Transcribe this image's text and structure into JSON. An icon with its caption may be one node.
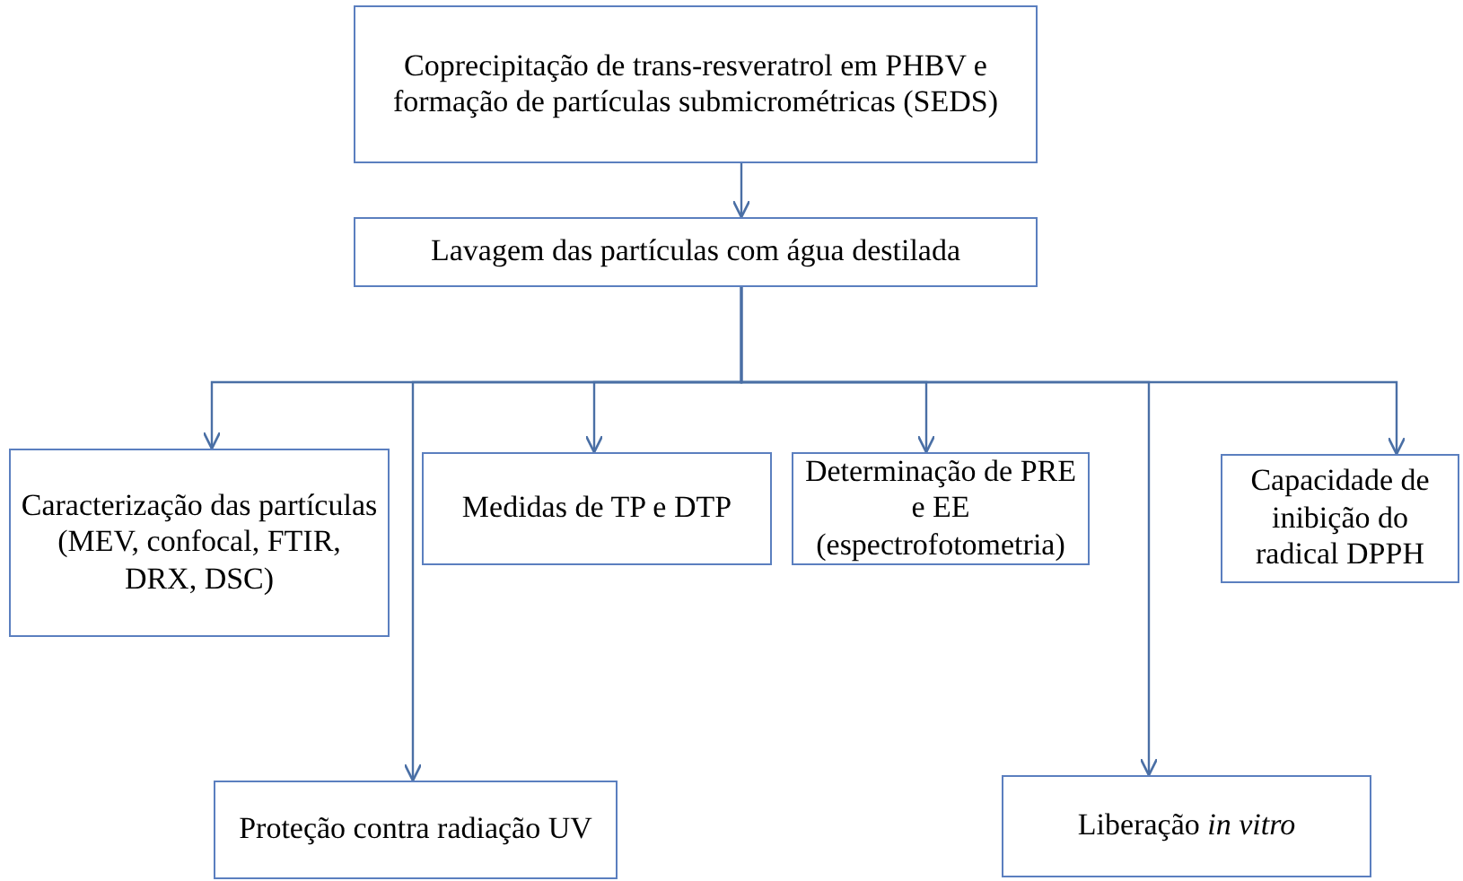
{
  "diagram": {
    "nodes": [
      {
        "text": [
          "Coprecipitação de trans-resveratrol em PHBV e formação de partículas submicrométricas (SEDS)"
        ]
      },
      {
        "text": [
          "Lavagem das partículas com água destilada"
        ]
      },
      {
        "text": [
          "Caracterização das partículas (MEV, confocal, FTIR, DRX, DSC)"
        ]
      },
      {
        "text": [
          "Medidas de TP e DTP"
        ]
      },
      {
        "text": [
          "Determinação de PRE e EE (espectrofotometria)"
        ]
      },
      {
        "text": [
          "Capacidade de inibição do radical DPPH"
        ]
      },
      {
        "text": [
          "Proteção contra radiação UV"
        ]
      },
      {
        "text": [
          "Liberação *in vitro*"
        ]
      }
    ],
    "edges": [
      {
        "from": 0,
        "to": 1,
        "arrow": "to"
      },
      {
        "from": 1,
        "to": 2,
        "arrow": "to"
      },
      {
        "from": 1,
        "to": 3,
        "arrow": "to"
      },
      {
        "from": 1,
        "to": 4,
        "arrow": "to"
      },
      {
        "from": 1,
        "to": 5,
        "arrow": "to"
      },
      {
        "from": 1,
        "to": 6,
        "arrow": "to"
      },
      {
        "from": 1,
        "to": 7,
        "arrow": "to"
      }
    ]
  }
}
